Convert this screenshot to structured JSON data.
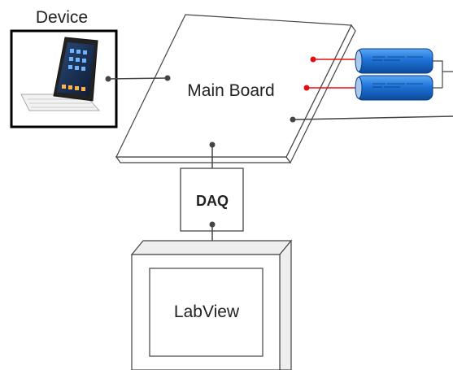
{
  "device": {
    "label": "Device"
  },
  "main_board": {
    "label": "Main Board"
  },
  "daq": {
    "label": "DAQ"
  },
  "labview": {
    "label": "LabView"
  },
  "colors": {
    "battery_blue": "#1e73d8",
    "connector_red": "#e01010",
    "line": "#444444",
    "box_fill": "#eeeeee"
  }
}
